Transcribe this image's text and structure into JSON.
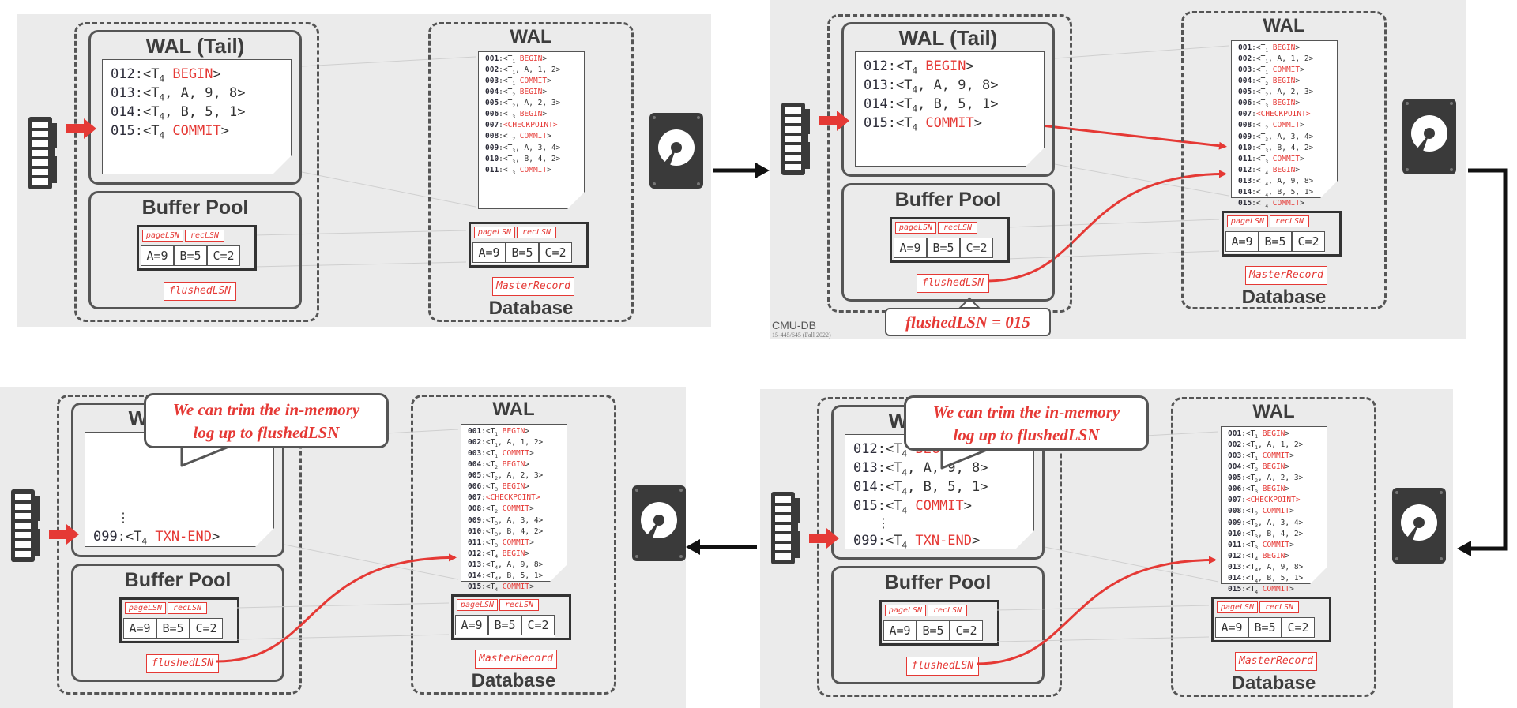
{
  "colors": {
    "accent": "#e53935",
    "ink": "#3d3d3d",
    "panel_bg": "#ebebeb"
  },
  "labels": {
    "wal_tail": "WAL (Tail)",
    "wal": "WAL",
    "buffer_pool": "Buffer Pool",
    "database": "Database",
    "page_lsn": "pageLSN",
    "rec_lsn": "recLSN",
    "flushed_lsn": "flushedLSN",
    "master_record": "MasterRecord",
    "cell_a": "A=9",
    "cell_b": "B=5",
    "cell_c": "C=2"
  },
  "tail_log": [
    {
      "num": "012",
      "pre": ":<T",
      "sub": "4",
      "mid": " ",
      "red": "BEGIN",
      "post": ">"
    },
    {
      "num": "013",
      "pre": ":<T",
      "sub": "4",
      "mid": ", A, 9, 8",
      "red": "",
      "post": ">"
    },
    {
      "num": "014",
      "pre": ":<T",
      "sub": "4",
      "mid": ", B, 5, 1",
      "red": "",
      "post": ">"
    },
    {
      "num": "015",
      "pre": ":<T",
      "sub": "4",
      "mid": " ",
      "red": "COMMIT",
      "post": ">"
    }
  ],
  "txn_end": {
    "num": "099",
    "pre": ":<T",
    "sub": "4",
    "mid": " ",
    "red": "TXN-END",
    "post": ">"
  },
  "vdots": "⋮",
  "db_log_base": [
    {
      "num": "001",
      "pre": ":<T",
      "sub": "1",
      "mid": " ",
      "red": "BEGIN",
      "post": ">"
    },
    {
      "num": "002",
      "pre": ":<T",
      "sub": "1",
      "mid": ", A, 1, 2",
      "red": "",
      "post": ">"
    },
    {
      "num": "003",
      "pre": ":<T",
      "sub": "1",
      "mid": " ",
      "red": "COMMIT",
      "post": ">"
    },
    {
      "num": "004",
      "pre": ":<T",
      "sub": "2",
      "mid": " ",
      "red": "BEGIN",
      "post": ">"
    },
    {
      "num": "005",
      "pre": ":<T",
      "sub": "2",
      "mid": ", A, 2, 3",
      "red": "",
      "post": ">"
    },
    {
      "num": "006",
      "pre": ":<T",
      "sub": "3",
      "mid": " ",
      "red": "BEGIN",
      "post": ">"
    },
    {
      "num": "007",
      "pre": ":",
      "sub": "",
      "mid": "",
      "red": "<CHECKPOINT>",
      "post": ""
    },
    {
      "num": "008",
      "pre": ":<T",
      "sub": "2",
      "mid": " ",
      "red": "COMMIT",
      "post": ">"
    },
    {
      "num": "009",
      "pre": ":<T",
      "sub": "3",
      "mid": ", A, 3, 4",
      "red": "",
      "post": ">"
    },
    {
      "num": "010",
      "pre": ":<T",
      "sub": "3",
      "mid": ", B, 4, 2",
      "red": "",
      "post": ">"
    },
    {
      "num": "011",
      "pre": ":<T",
      "sub": "3",
      "mid": " ",
      "red": "COMMIT",
      "post": ">"
    }
  ],
  "db_log_flushed": [
    {
      "num": "012",
      "pre": ":<T",
      "sub": "4",
      "mid": " ",
      "red": "BEGIN",
      "post": ">"
    },
    {
      "num": "013",
      "pre": ":<T",
      "sub": "4",
      "mid": ", A, 9, 8",
      "red": "",
      "post": ">"
    },
    {
      "num": "014",
      "pre": ":<T",
      "sub": "4",
      "mid": ", B, 5, 1",
      "red": "",
      "post": ">"
    },
    {
      "num": "015",
      "pre": ":<T",
      "sub": "4",
      "mid": " ",
      "red": "COMMIT",
      "post": ">"
    }
  ],
  "callout": "flushedLSN = 015",
  "bubble": {
    "line1": "We can trim the in-memory",
    "line2": "log up to flushedLSN"
  },
  "footer": {
    "brand": "CMU-DB",
    "course": "15-445/645 (Fall 2022)"
  }
}
